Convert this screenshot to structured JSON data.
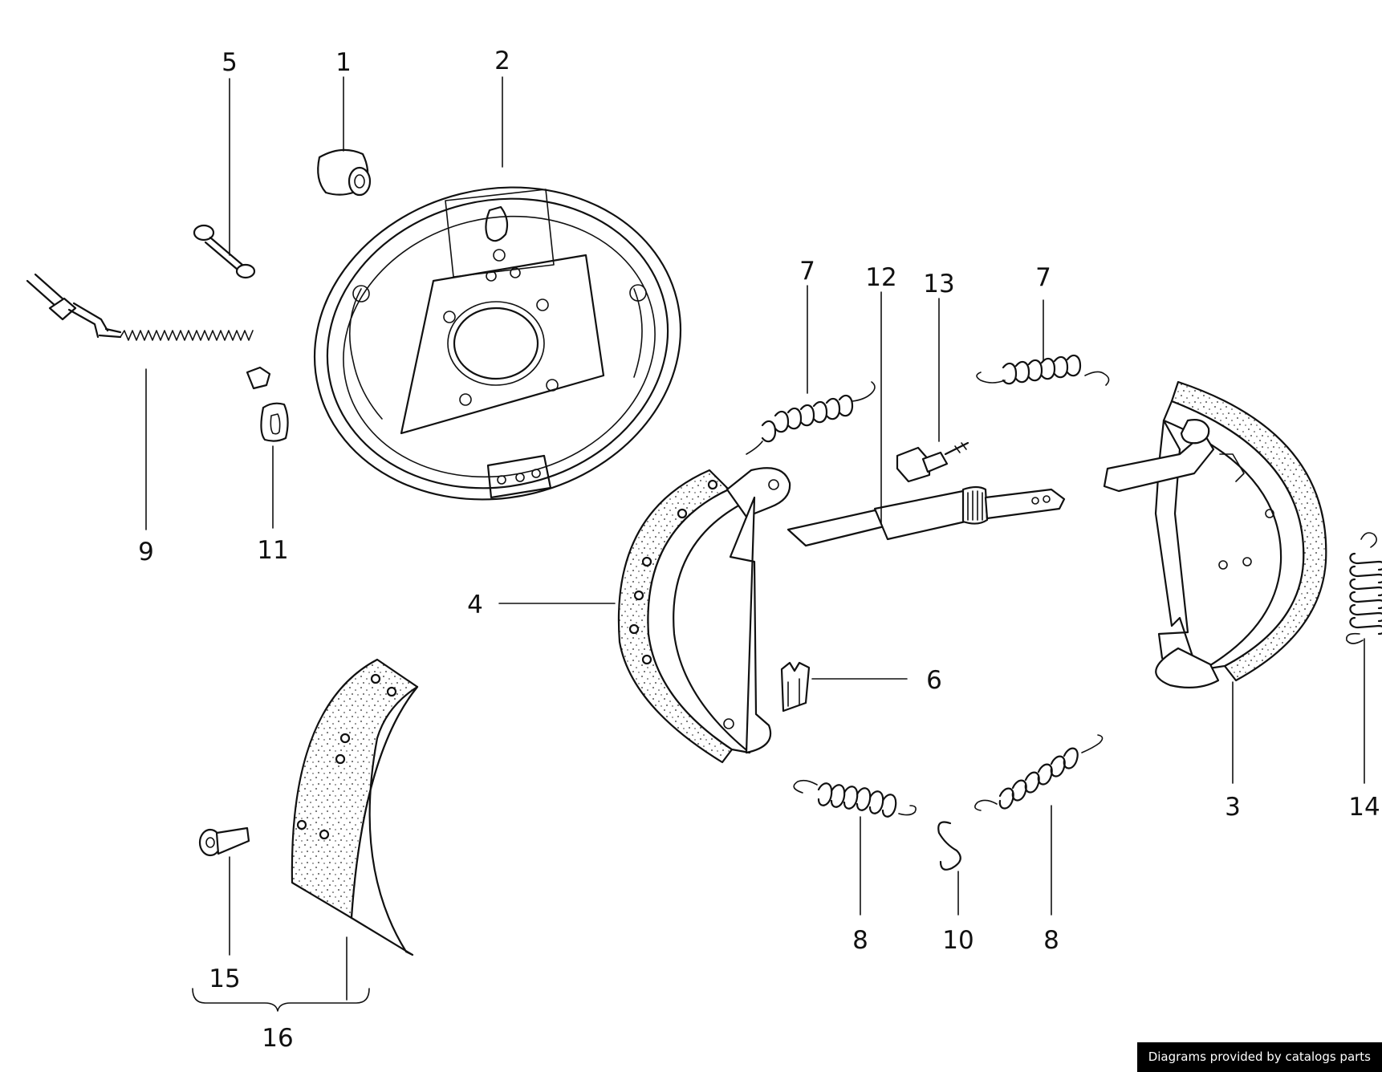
{
  "callouts": {
    "c1": "1",
    "c2": "2",
    "c3": "3",
    "c4": "4",
    "c5": "5",
    "c6": "6",
    "c7a": "7",
    "c7b": "7",
    "c8a": "8",
    "c8b": "8",
    "c9": "9",
    "c10": "10",
    "c11": "11",
    "c12": "12",
    "c13": "13",
    "c14": "14",
    "c15": "15",
    "c16": "16"
  },
  "credit": "Diagrams provided by catalogs parts"
}
